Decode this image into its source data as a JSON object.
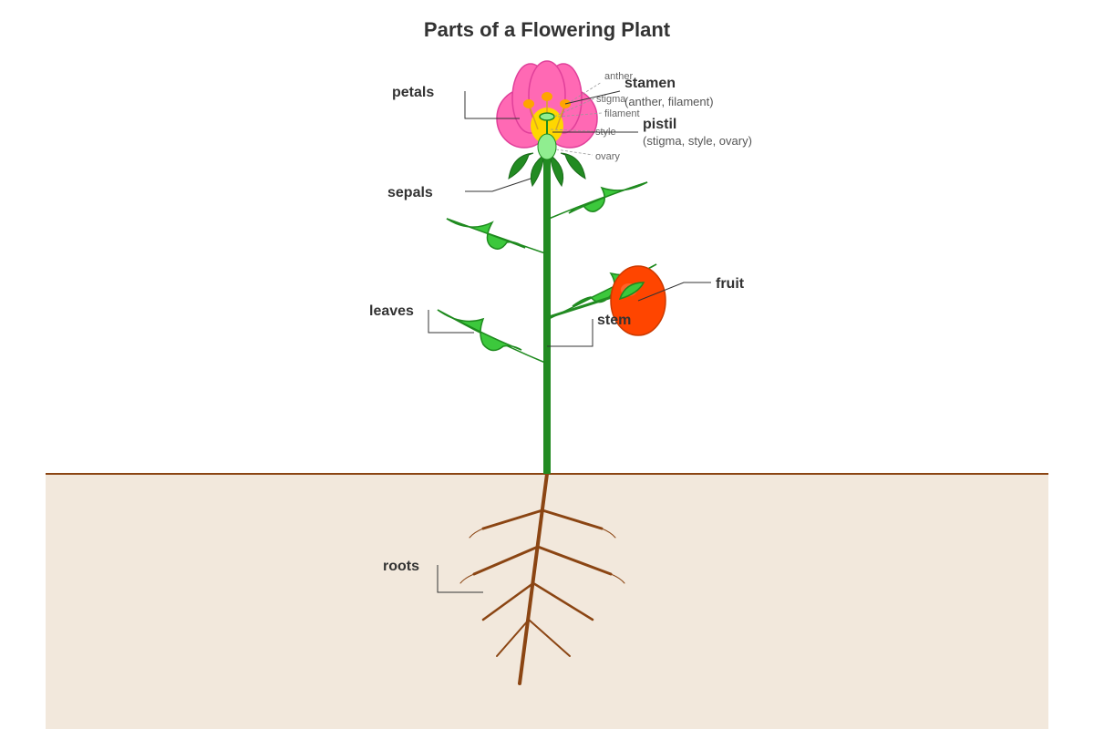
{
  "title": "Parts of a Flowering Plant",
  "labels": {
    "petals": "petals",
    "stamen": "stamen",
    "stamen_sub": "(anther, filament)",
    "pistil": "pistil",
    "pistil_sub": "(stigma, style, ovary)",
    "sepals": "sepals",
    "leaves": "leaves",
    "stem": "stem",
    "fruit": "fruit",
    "roots": "roots"
  },
  "mini_labels": {
    "anther": "anther",
    "stigma": "stigma",
    "filament": "filament",
    "style": "style",
    "ovary": "ovary"
  },
  "colors": {
    "soil": "#f2e8dc",
    "soil_line": "#8b4513",
    "stem": "#228b22",
    "leaf": "#3cc83c",
    "petal": "#ff69b4",
    "center": "#ffd700",
    "anther": "#ffa500",
    "ovary": "#90ee90",
    "fruit": "#ff4500",
    "root": "#8b4513"
  }
}
